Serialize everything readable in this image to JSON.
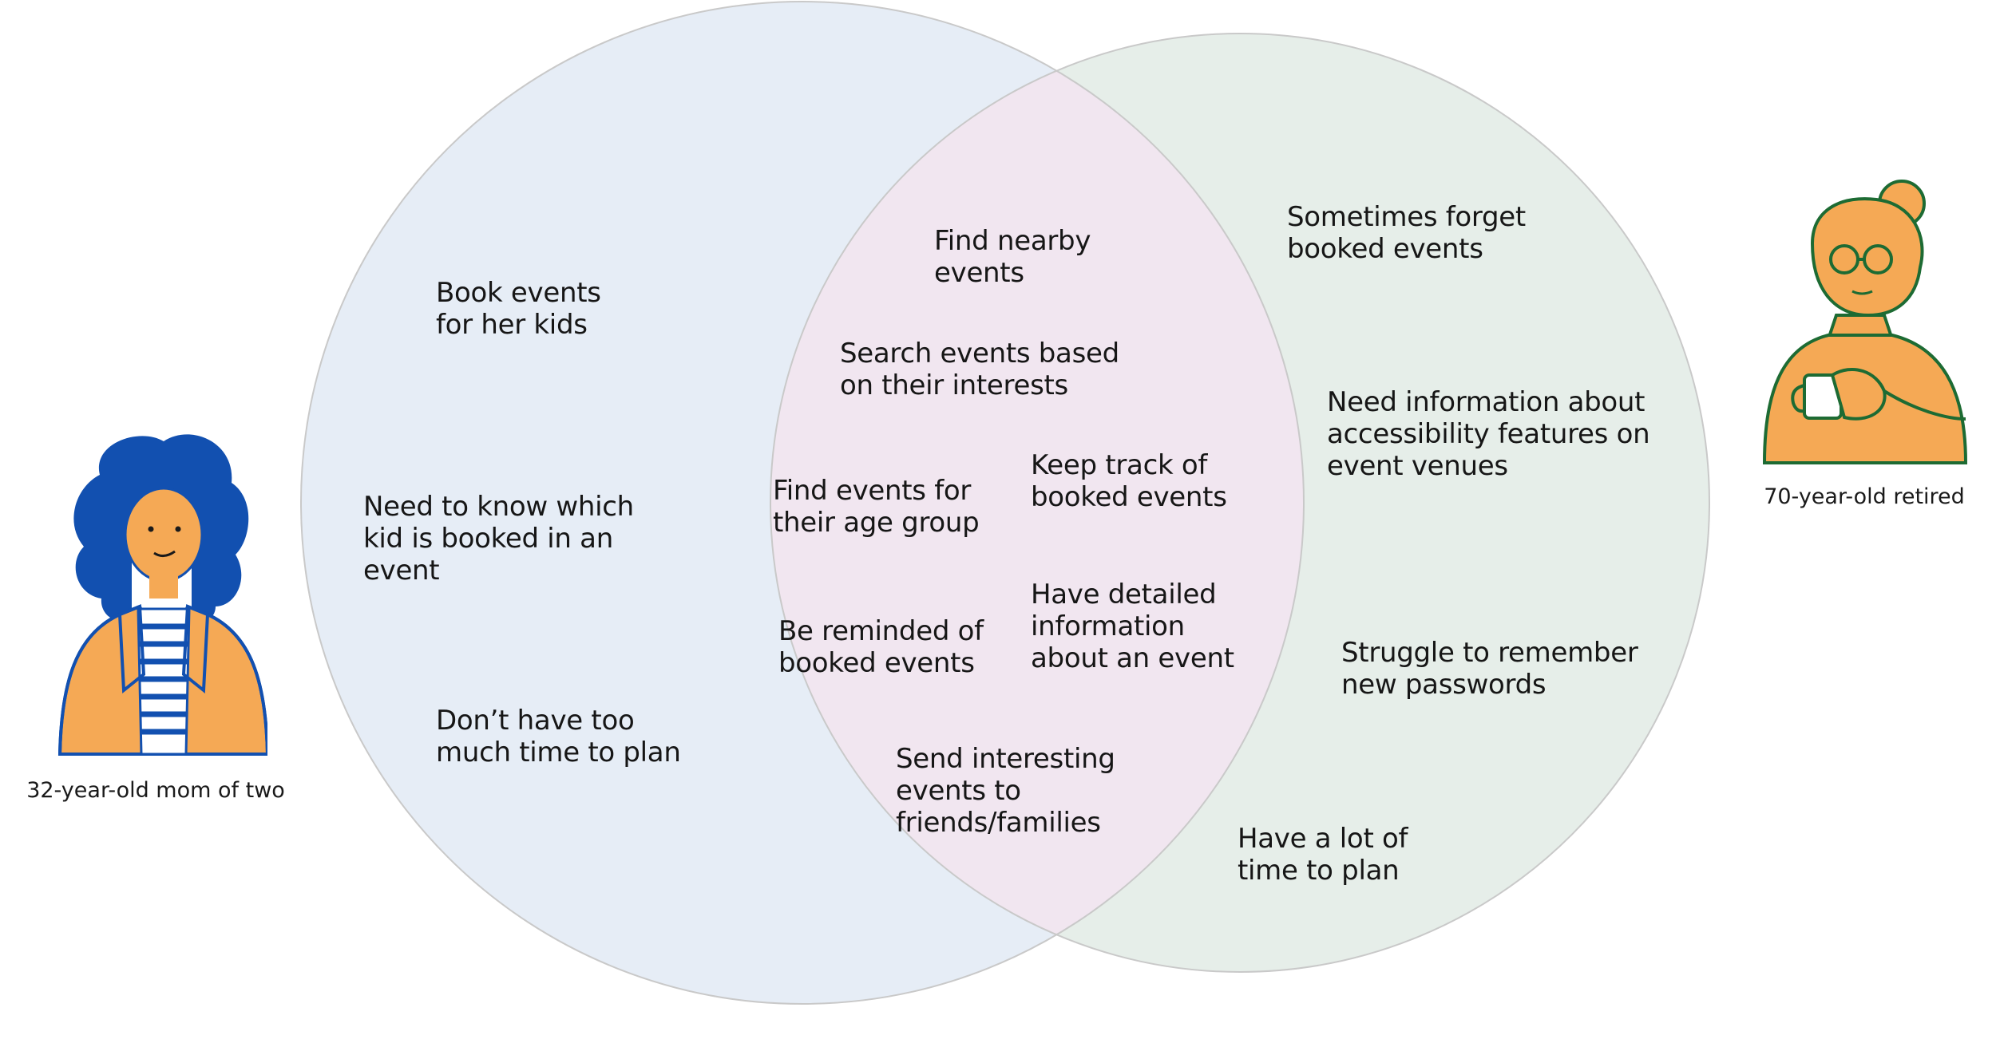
{
  "colors": {
    "left_circle_fill": "#e6edf6",
    "right_circle_fill": "#e6eee9",
    "overlap_fill": "#f1e6f0",
    "circle_stroke": "#c9c9c9",
    "text": "#161616",
    "persona_skin": "#f5a955",
    "mom_hair": "#1250b0",
    "retired_outline": "#1d6b33"
  },
  "personas": {
    "left": {
      "caption": "32-year-old mom of two",
      "icon": "mom-illustration-icon"
    },
    "right": {
      "caption": "70-year-old retired",
      "icon": "retired-woman-illustration-icon"
    }
  },
  "left_only": {
    "book_events": "Book events\nfor her kids",
    "need_to_know": "Need to know which\nkid is booked in an\nevent",
    "no_time": "Don’t have too\nmuch time to plan"
  },
  "overlap": {
    "find_nearby": "Find nearby\nevents",
    "search_interests": "Search events based\non their interests",
    "age_group": "Find events for\ntheir age group",
    "keep_track": "Keep track of\nbooked events",
    "reminded": "Be reminded of\nbooked events",
    "detailed_info": "Have detailed\ninformation\nabout an event",
    "send_events": "Send interesting\nevents to\nfriends/families"
  },
  "right_only": {
    "forget": "Sometimes forget\nbooked events",
    "accessibility": "Need information about\naccessibility features on\nevent venues",
    "passwords": "Struggle to remember\nnew passwords",
    "lot_of_time": "Have a lot of\ntime to plan"
  }
}
